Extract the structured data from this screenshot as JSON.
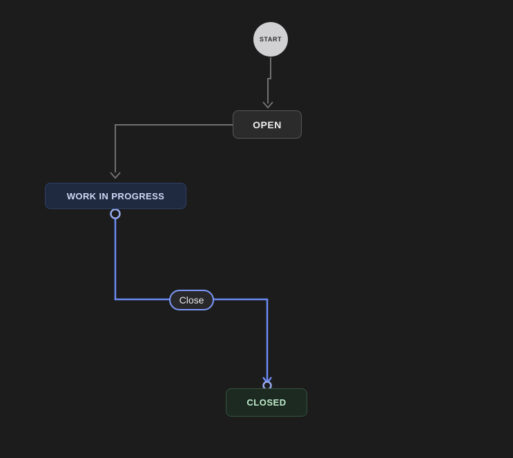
{
  "canvas": {
    "background": "#1c1c1c"
  },
  "nodes": {
    "start": {
      "label": "START",
      "fill": "#d1d1d4",
      "text_color": "#2c2c2e"
    },
    "open": {
      "label": "OPEN",
      "fill": "#2b2b2c",
      "border": "#58585a",
      "text_color": "#efefef"
    },
    "work_in_progress": {
      "label": "WORK IN PROGRESS",
      "fill": "#1f2940",
      "border": "#2f4066",
      "text_color": "#cdd9f4"
    },
    "closed": {
      "label": "CLOSED",
      "fill": "#1c2a21",
      "border": "#34543e",
      "text_color": "#bfeccb"
    }
  },
  "edges": {
    "start_to_open": {
      "from": "START",
      "to": "OPEN",
      "color": "#717174"
    },
    "open_to_wip": {
      "from": "OPEN",
      "to": "WORK IN PROGRESS",
      "color": "#717174"
    },
    "wip_to_closed": {
      "from": "WORK IN PROGRESS",
      "to": "CLOSED",
      "label": "Close",
      "color": "#6c8bf5",
      "connector_color": "#96a9ee",
      "label_border": "#7e99fb",
      "label_fill": "#28282a",
      "label_text_color": "#e8e8e8"
    }
  }
}
